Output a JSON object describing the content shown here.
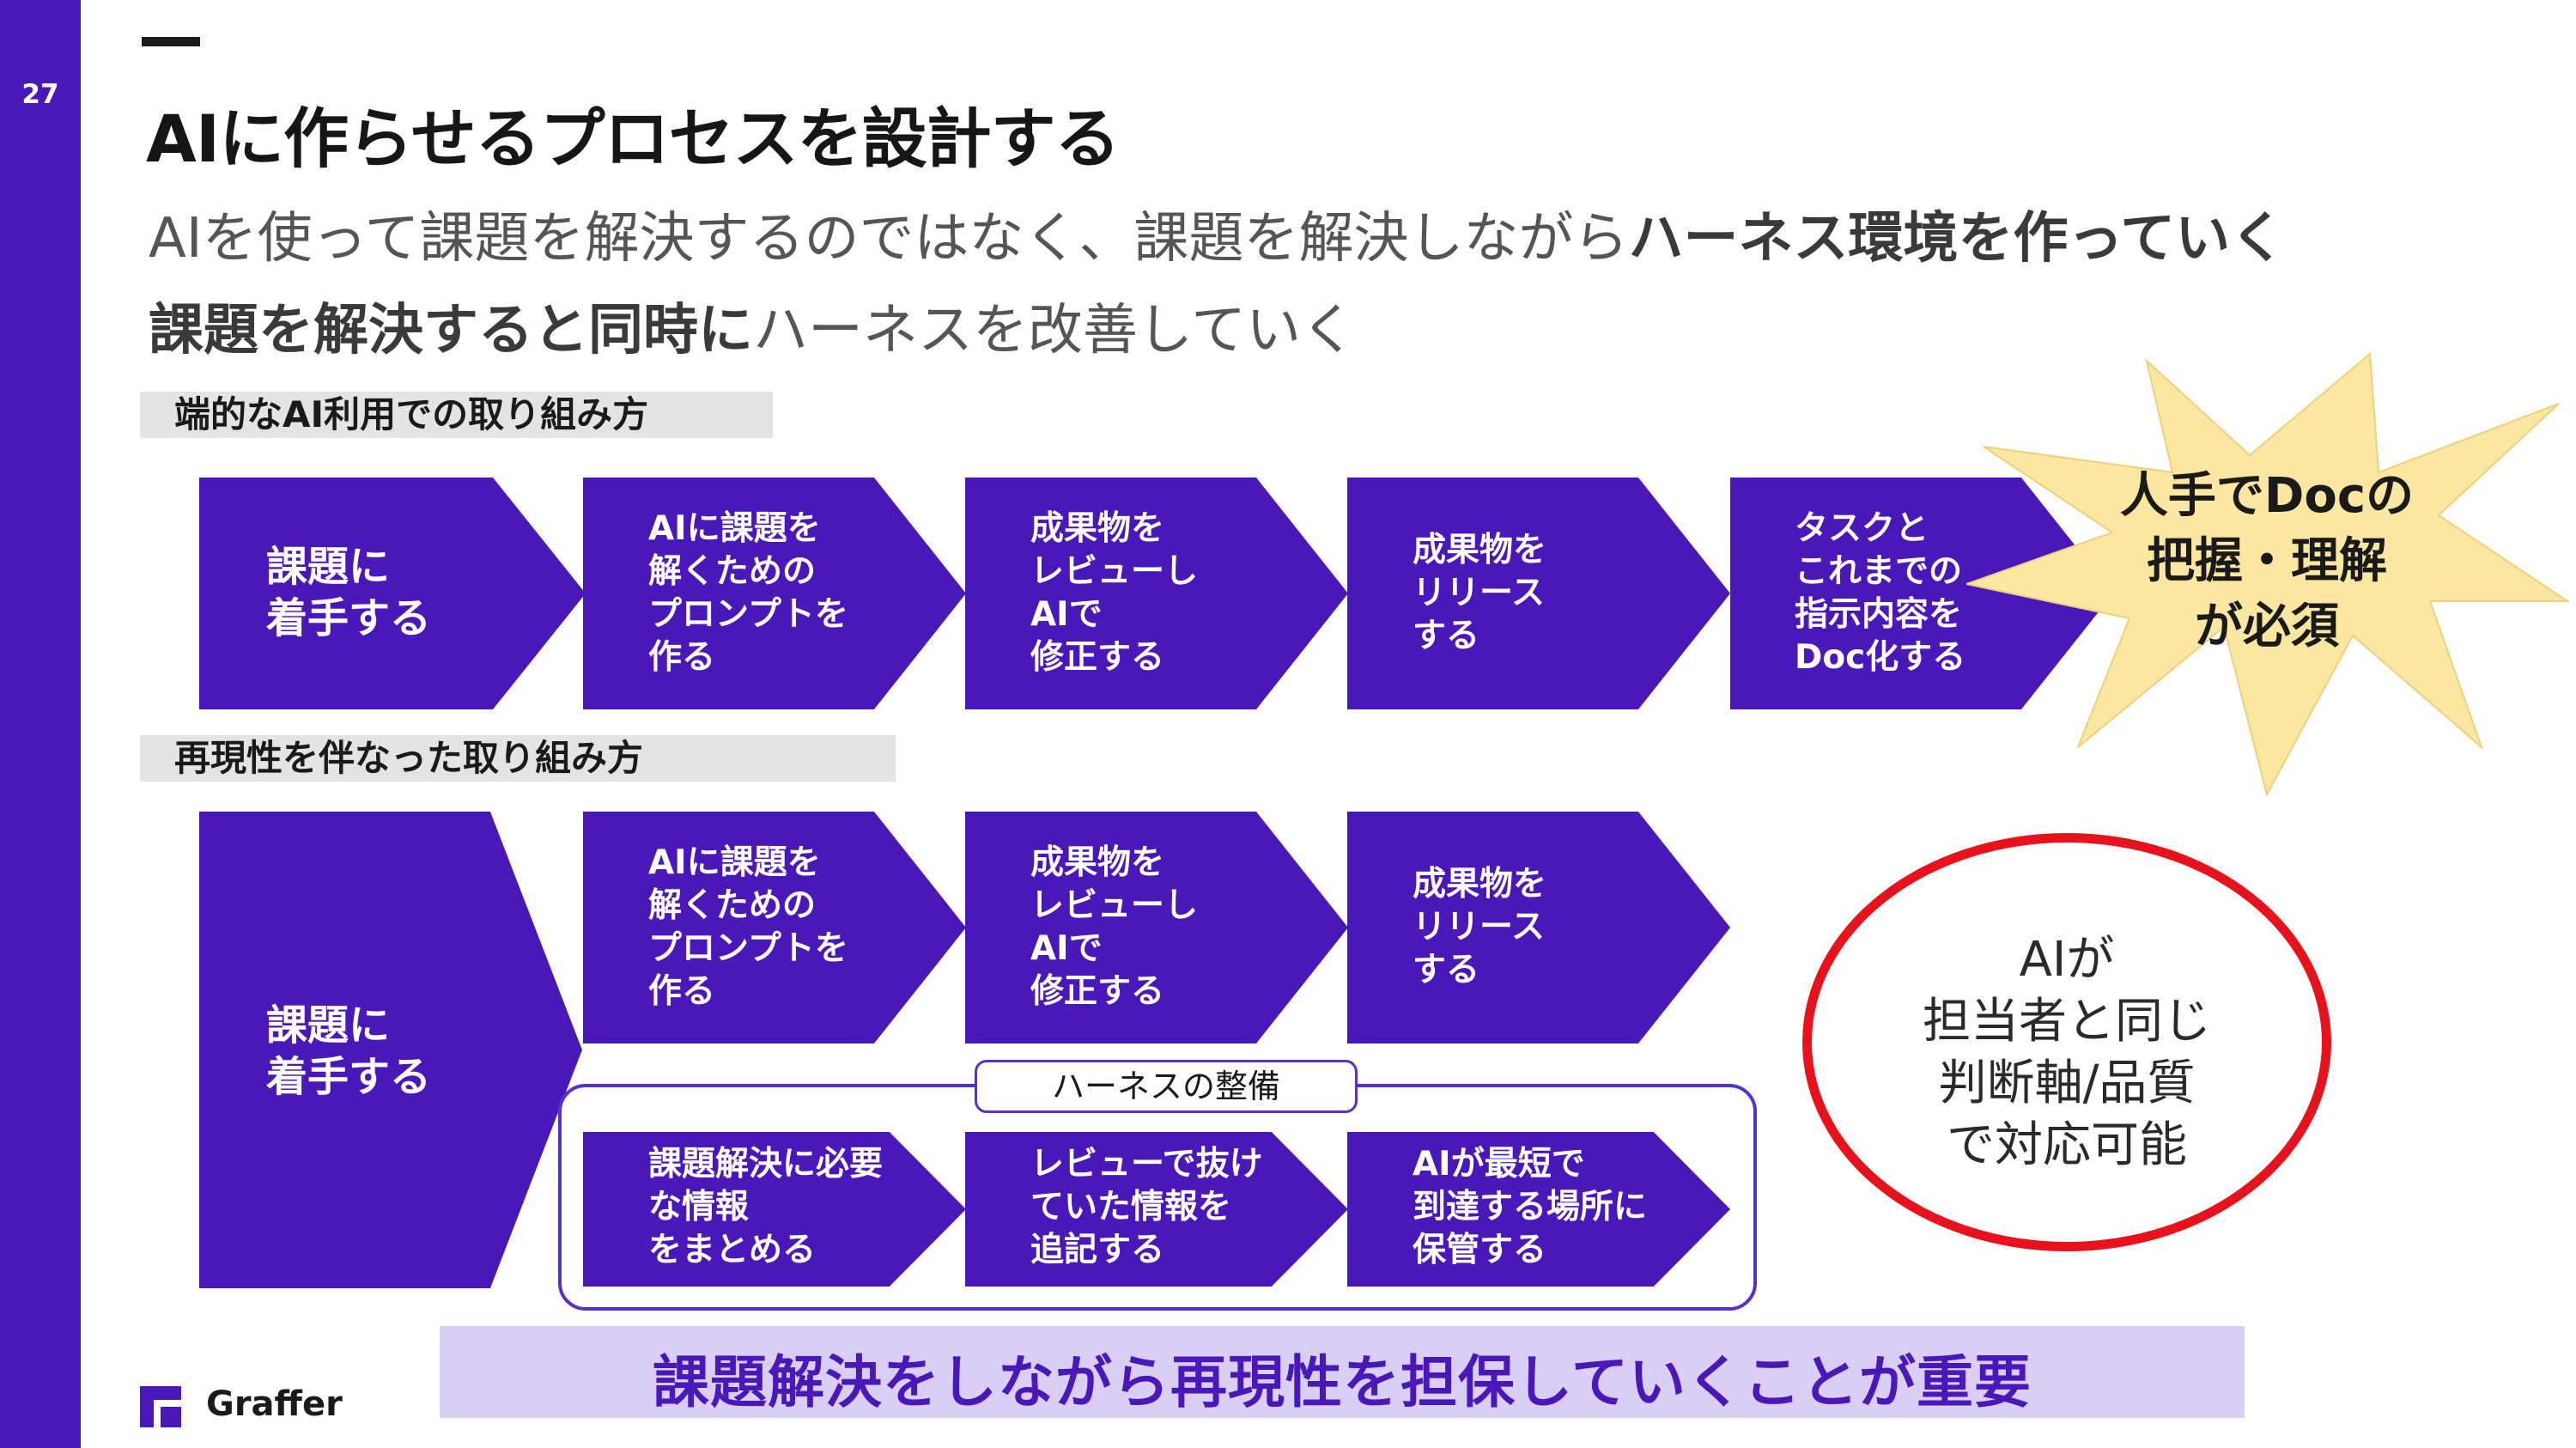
{
  "slide": {
    "page_number": "27",
    "title": "AIに作らせるプロセスを設計する",
    "subtitle_line1_plain": "AIを使って課題を解決するのではなく、課題を解決しながら",
    "subtitle_line1_bold": "ハーネス環境を作っていく",
    "subtitle_line2_bold": "課題を解決すると同時に",
    "subtitle_line2_plain": "ハーネスを改善していく"
  },
  "section1": {
    "label": "端的なAI利用での取り組み方",
    "steps": [
      "課題に\n着手する",
      "AIに課題を\n解くための\nプロンプトを\n作る",
      "成果物を\nレビューし\nAIで\n修正する",
      "成果物を\nリリース\nする",
      "タスクと\nこれまでの\n指示内容を\nDoc化する"
    ],
    "callout": "人手でDocの\n把握・理解\nが必須"
  },
  "section2": {
    "label": "再現性を伴なった取り組み方",
    "first_step": "課題に\n着手する",
    "top_steps": [
      "AIに課題を\n解くための\nプロンプトを\n作る",
      "成果物を\nレビューし\nAIで\n修正する",
      "成果物を\nリリース\nする"
    ],
    "harness_label": "ハーネスの整備",
    "harness_steps": [
      "課題解決に必要\nな情報\nをまとめる",
      "レビューで抜け\nていた情報を\n追記する",
      "AIが最短で\n到達する場所に\n保管する"
    ],
    "circle_text": "AIが\n担当者と同じ\n判断軸/品質\nで対応可能"
  },
  "banner": "課題解決をしながら再現性を担保していくことが重要",
  "logo": {
    "text": "Graffer",
    "icon": "graffer-logo-icon"
  },
  "colors": {
    "brand_purple": "#4a18b8",
    "callout_yellow": "#fbe7a1",
    "circle_red": "#e8121c",
    "banner_bg": "#d9cff5"
  }
}
